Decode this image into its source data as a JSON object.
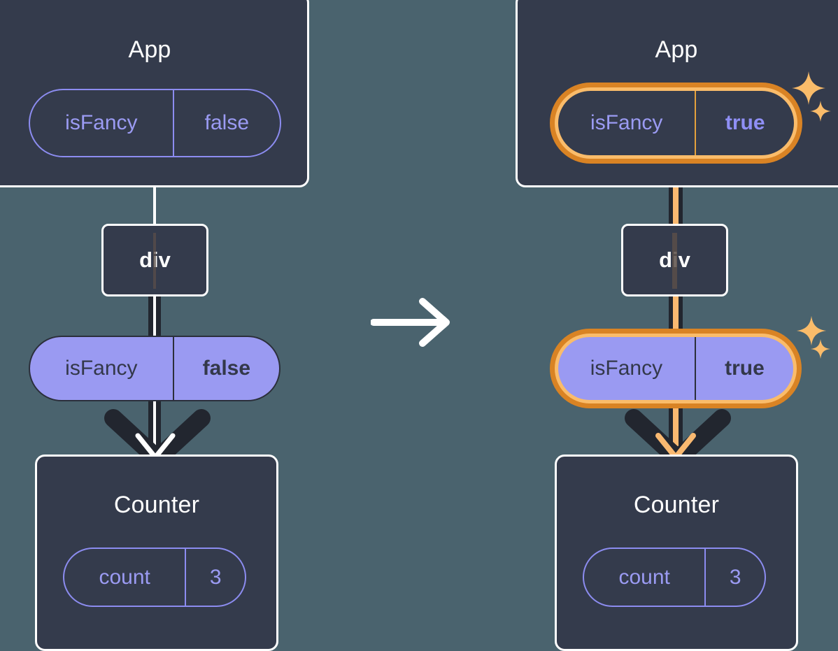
{
  "diagram": {
    "type": "react-state-propagation",
    "background_color": "#4a636e",
    "accent_highlight_color": "#d98324",
    "accent_highlight_inner_color": "#fabc6a",
    "prop_pill_color": "#9a9af2",
    "node_box_color": "#343b4c",
    "text_color": "#ffffff",
    "pill_text_color": "#9b9bf3",
    "transition_icon": "right-arrow-icon"
  },
  "left": {
    "app": {
      "title": "App",
      "state_pill": {
        "key": "isFancy",
        "value": "false"
      }
    },
    "div": {
      "label": "div"
    },
    "prop_pill": {
      "key": "isFancy",
      "value": "false"
    },
    "counter": {
      "title": "Counter",
      "state_pill": {
        "key": "count",
        "value": "3"
      }
    }
  },
  "right": {
    "app": {
      "title": "App",
      "state_pill": {
        "key": "isFancy",
        "value": "true",
        "highlighted": true
      }
    },
    "div": {
      "label": "div"
    },
    "prop_pill": {
      "key": "isFancy",
      "value": "true",
      "highlighted": true
    },
    "counter": {
      "title": "Counter",
      "state_pill": {
        "key": "count",
        "value": "3"
      }
    },
    "sparkles": [
      "sparkle-icon",
      "sparkle-icon"
    ]
  }
}
